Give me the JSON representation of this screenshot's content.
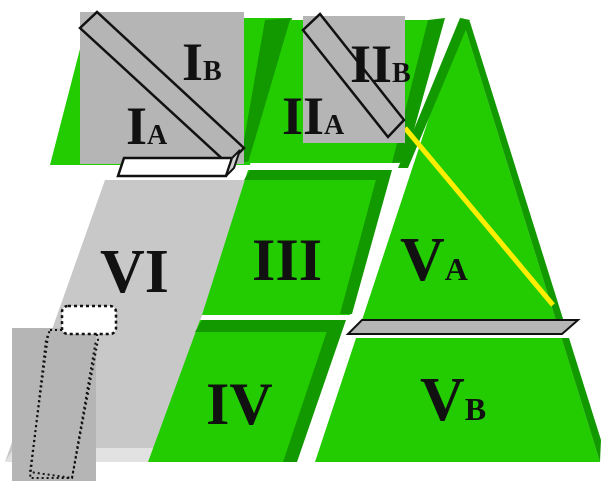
{
  "regions": {
    "I": {
      "main": "I",
      "sub_a": "A",
      "sub_b": "B"
    },
    "II": {
      "main": "II",
      "sub_a": "A",
      "sub_b": "B"
    },
    "III": {
      "main": "III"
    },
    "IV": {
      "main": "IV"
    },
    "V": {
      "main": "V",
      "sub_a": "A",
      "sub_b": "B"
    },
    "VI": {
      "main": "VI"
    }
  },
  "colors": {
    "green": "#22cc00",
    "green_dark": "#139900",
    "gray_light": "#c8c8c8",
    "gray_box": "#b5b5b5",
    "yellow": "#ffee00",
    "outline": "#111111",
    "white": "#ffffff"
  }
}
